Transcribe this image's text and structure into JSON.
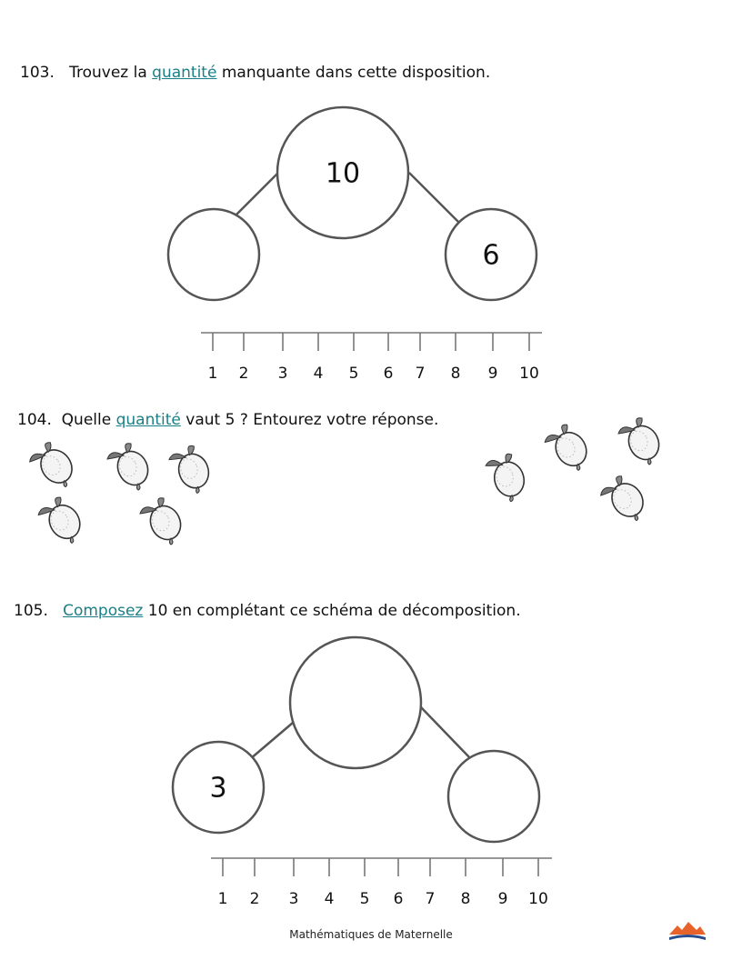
{
  "q103": {
    "number": "103.",
    "text_before": "Trouvez la",
    "link": "quantité",
    "text_after": "manquante dans cette disposition.",
    "whole": "10",
    "left_part": "",
    "right_part": "6",
    "ruler_labels": [
      "1",
      "2",
      "3",
      "4",
      "5",
      "6",
      "7",
      "8",
      "9",
      "10"
    ]
  },
  "q104": {
    "number": "104.",
    "text_before": "Quelle",
    "link": "quantité",
    "text_after": "vaut 5 ? Entourez votre réponse.",
    "group_a_count": 5,
    "group_b_count": 4,
    "item_icon": "lemon-icon"
  },
  "q105": {
    "number": "105.",
    "link": "Composez",
    "text_after": "10 en complétant ce schéma de décomposition.",
    "whole": "",
    "left_part": "3",
    "right_part": "",
    "ruler_labels": [
      "1",
      "2",
      "3",
      "4",
      "5",
      "6",
      "7",
      "8",
      "9",
      "10"
    ]
  },
  "footer": {
    "text": "Mathématiques de Maternelle",
    "logo_icon": "mountain-logo-icon",
    "logo_colors": [
      "#e8632b",
      "#2a4d8f"
    ]
  }
}
